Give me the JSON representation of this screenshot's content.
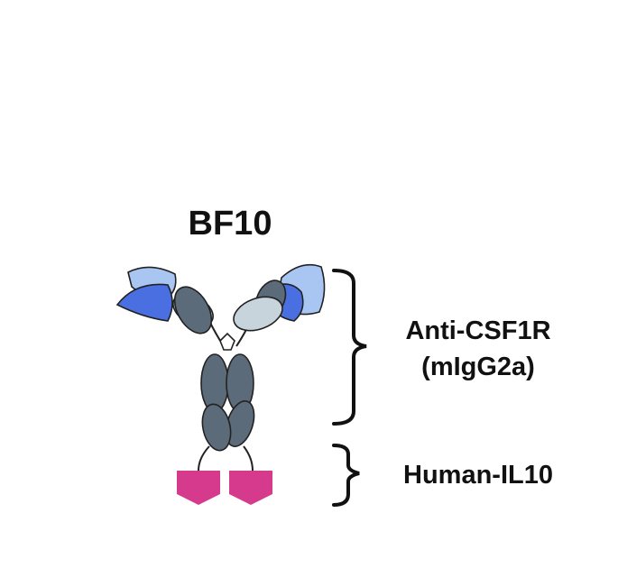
{
  "title": "BF10",
  "labels": {
    "antibody_line1": "Anti-CSF1R",
    "antibody_line2": "(mIgG2a)",
    "cytokine": "Human-IL10"
  },
  "colors": {
    "heavy_chain": "#5c6b7a",
    "light_chain_constant": "#c8d4dc",
    "variable_dark": "#4a6fe0",
    "variable_light": "#a9c6f2",
    "il10": "#d63a8c",
    "bracket": "#111111"
  },
  "icons": [
    "antibody-icon",
    "il10-pentagon-icon"
  ]
}
